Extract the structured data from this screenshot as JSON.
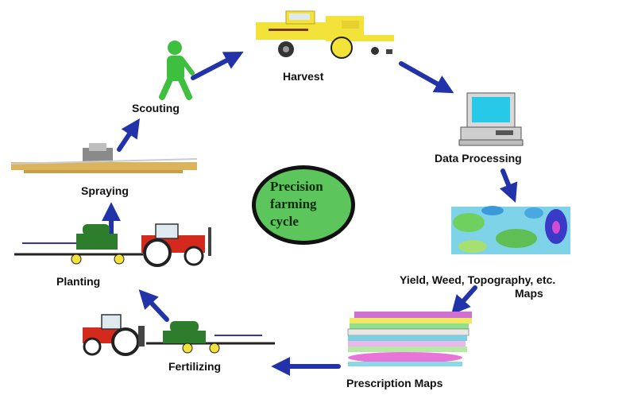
{
  "center": {
    "line1": "Precision",
    "line2": "farming",
    "line3": "cycle"
  },
  "stages": {
    "harvest": "Harvest",
    "data_processing": "Data Processing",
    "maps_line1": "Yield, Weed, Topography, etc.",
    "maps_line2": "Maps",
    "prescription_maps": "Prescription Maps",
    "fertilizing": "Fertilizing",
    "planting": "Planting",
    "spraying": "Spraying",
    "scouting": "Scouting"
  },
  "colors": {
    "arrow": "#2233aa",
    "center_fill": "#5cc65c",
    "harvester": "#f2e23a",
    "tractor": "#d42a1e",
    "planter": "#2d7d2d",
    "person": "#3fbf3f"
  }
}
